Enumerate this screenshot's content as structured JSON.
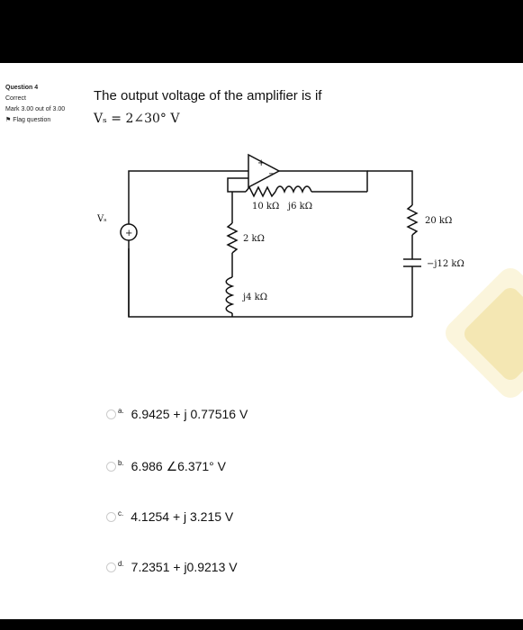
{
  "question_info": {
    "question_label": "Question 4",
    "status": "Correct",
    "mark": "Mark 3.00 out of 3.00",
    "flag": "Flag question"
  },
  "question": {
    "prompt": "The output voltage of the amplifier  is if",
    "formula": "Vₛ = 2∠30° V"
  },
  "circuit": {
    "source_label": "Vₛ",
    "r1": "10 kΩ",
    "l1": "j6 kΩ",
    "r2": "2 kΩ",
    "l2": "j4 kΩ",
    "r3": "20 kΩ",
    "c1": "−j12 kΩ"
  },
  "options": [
    {
      "letter": "a.",
      "text": "6.9425 + j 0.77516 V"
    },
    {
      "letter": "b.",
      "text": "6.986 ∠6.371° V"
    },
    {
      "letter": "c.",
      "text": "4.1254 + j 3.215 V"
    },
    {
      "letter": "d.",
      "text": "7.2351 + j0.9213 V"
    }
  ]
}
